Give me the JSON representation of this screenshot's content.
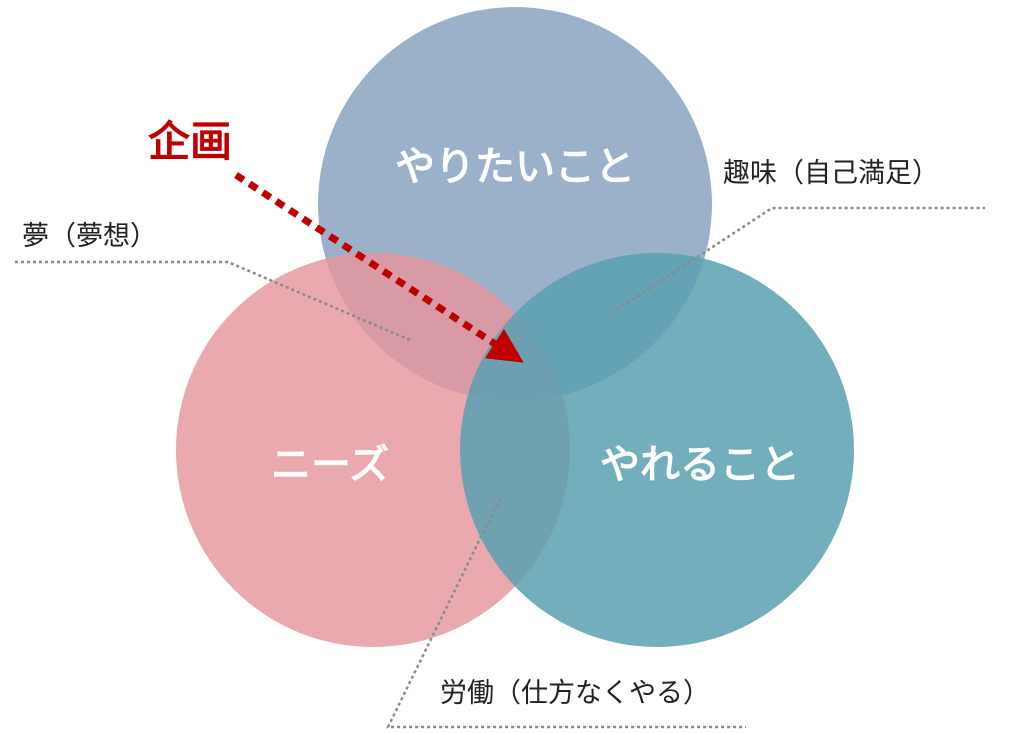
{
  "title": "企画",
  "circles": {
    "wants": {
      "label": "やりたいこと",
      "color": "#8aa3bf"
    },
    "needs": {
      "label": "ニーズ",
      "color": "#e5969d"
    },
    "can": {
      "label": "やれること",
      "color": "#5aa0b2"
    }
  },
  "notes": {
    "hobby": "趣味（自己満足）",
    "dream": "夢（夢想）",
    "labor": "労働（仕方なくやる）"
  },
  "colors": {
    "accent": "#c00000",
    "leader": "#8a8a8a",
    "text": "#222222"
  }
}
